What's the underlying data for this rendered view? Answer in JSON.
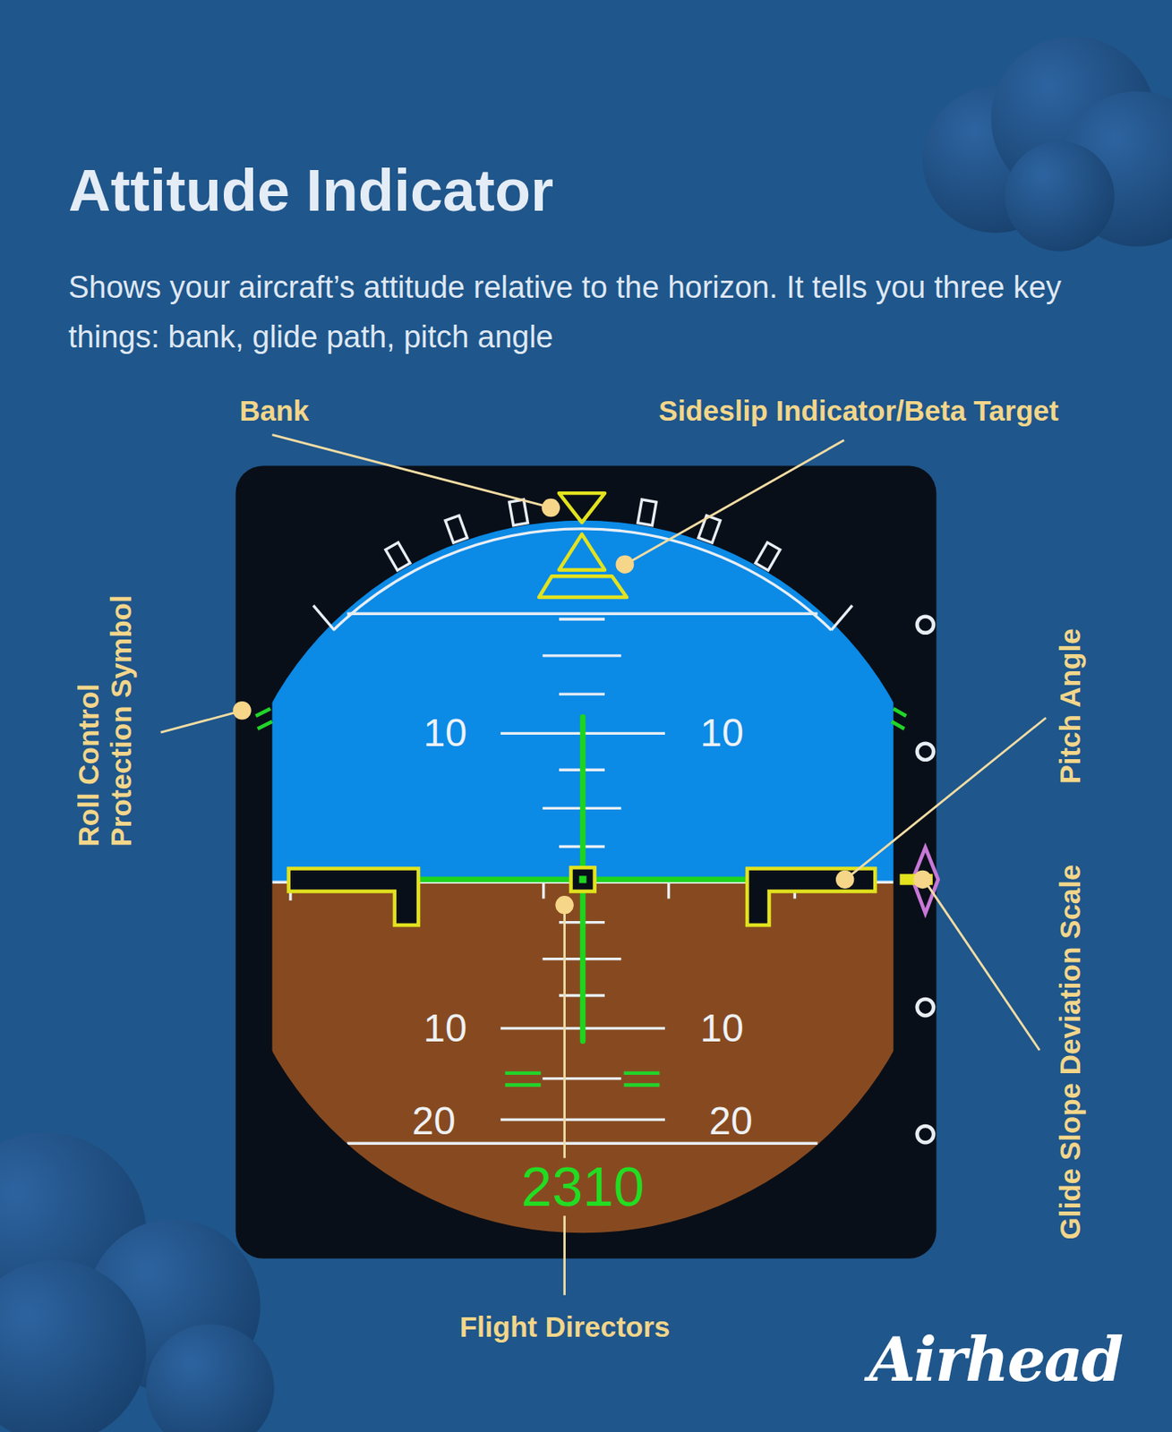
{
  "diagram": {
    "title": "Attitude Indicator",
    "caption": "Shows your aircraft’s attitude relative to the horizon. It tells you three key things: bank, glide path, pitch angle",
    "labels": [
      "Bank",
      "Sideslip Indicator/Beta Target",
      "Roll Control Protection Symbol",
      "Pitch Angle",
      "10",
      "10",
      "10",
      "10",
      "20",
      "20",
      "2310",
      "Glide Slope Deviation Scale",
      "Flight Directors",
      "Airhead"
    ]
  }
}
